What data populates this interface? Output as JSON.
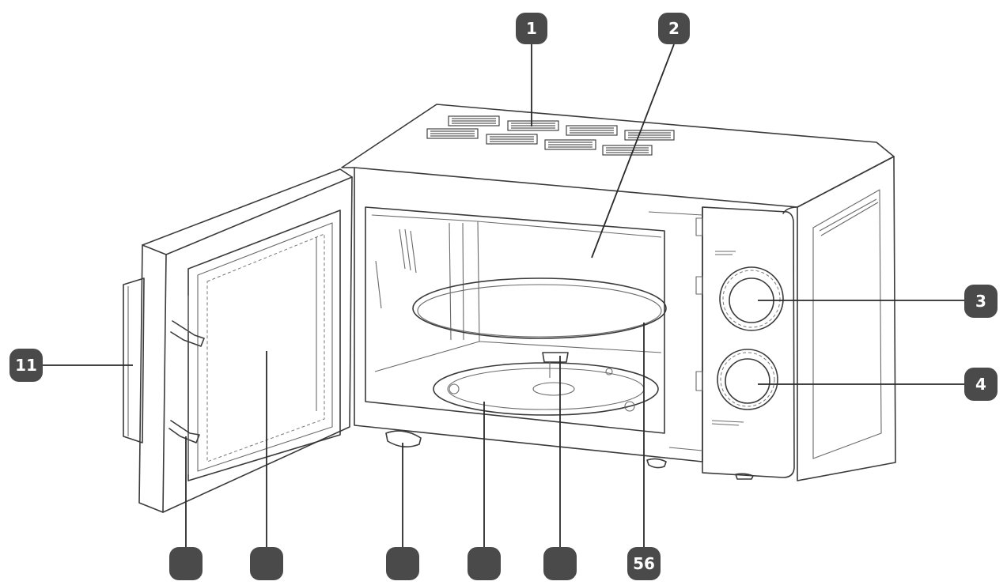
{
  "callouts": [
    {
      "id": "c1",
      "label": "1"
    },
    {
      "id": "c2",
      "label": "2"
    },
    {
      "id": "c3",
      "label": "3"
    },
    {
      "id": "c4",
      "label": "4"
    },
    {
      "id": "c11",
      "label": "11"
    },
    {
      "id": "c56",
      "label": "56"
    },
    {
      "id": "b1",
      "label": ""
    },
    {
      "id": "b2",
      "label": ""
    },
    {
      "id": "b3",
      "label": ""
    },
    {
      "id": "b4",
      "label": ""
    },
    {
      "id": "b5",
      "label": ""
    }
  ],
  "colors": {
    "callout_fill": "#4a4a4a",
    "line": "#3a3a3a",
    "background": "#ffffff"
  }
}
